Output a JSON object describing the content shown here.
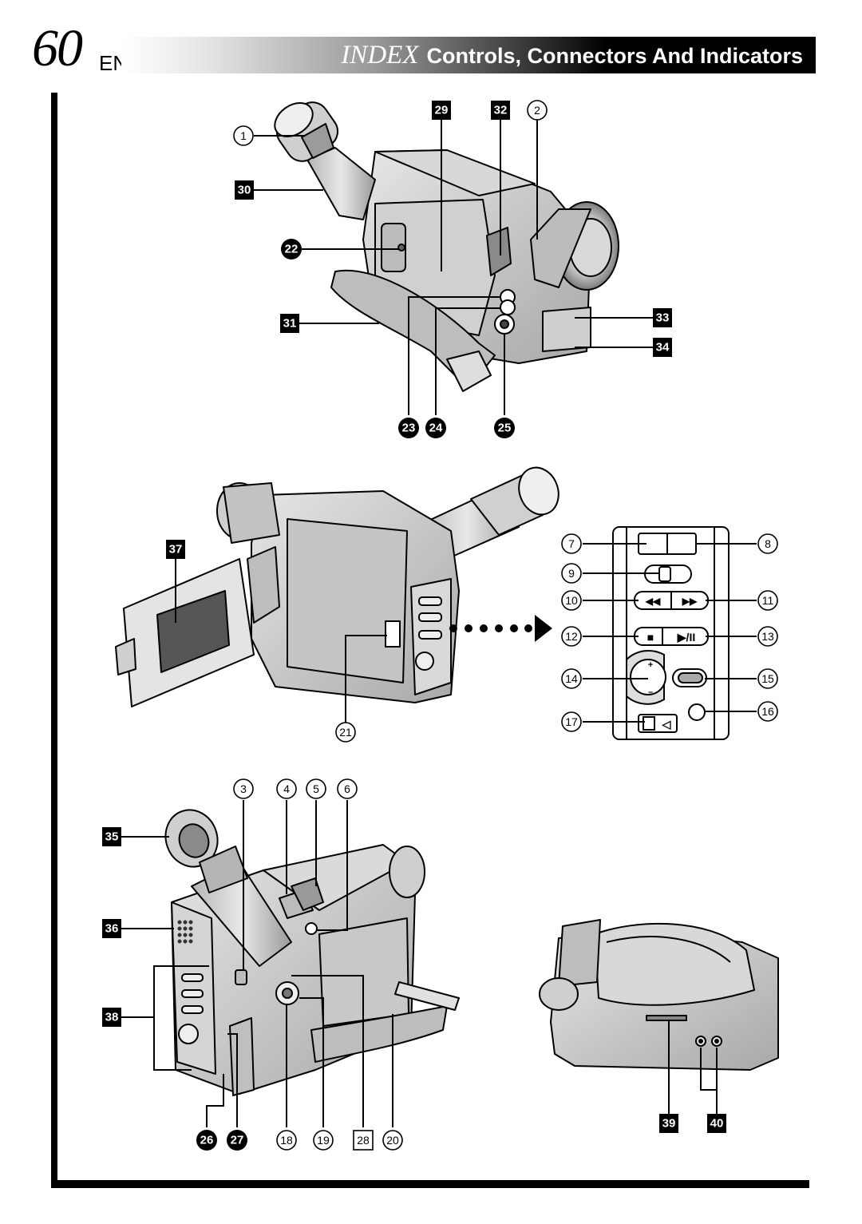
{
  "header": {
    "page_number": "60",
    "language": "EN",
    "title_index": "INDEX",
    "title_rest": "Controls, Connectors And Indicators"
  },
  "callouts": {
    "n1": "1",
    "n2": "2",
    "n3": "3",
    "n4": "4",
    "n5": "5",
    "n6": "6",
    "n7": "7",
    "n8": "8",
    "n9": "9",
    "n10": "10",
    "n11": "11",
    "n12": "12",
    "n13": "13",
    "n14": "14",
    "n15": "15",
    "n16": "16",
    "n17": "17",
    "n18": "18",
    "n19": "19",
    "n20": "20",
    "n21": "21",
    "n22": "22",
    "n23": "23",
    "n24": "24",
    "n25": "25",
    "n26": "26",
    "n27": "27",
    "n28": "28",
    "n29": "29",
    "n30": "30",
    "n31": "31",
    "n32": "32",
    "n33": "33",
    "n34": "34",
    "n35": "35",
    "n36": "36",
    "n37": "37",
    "n38": "38",
    "n39": "39",
    "n40": "40"
  },
  "button_symbols": {
    "rewind": "◀◀",
    "fast_forward": "▶▶",
    "stop": "■",
    "play_pause": "▶/II",
    "eject": "◁",
    "plus": "+",
    "minus": "–"
  },
  "colors": {
    "ink": "#000000",
    "body_gray": "#c8c8c8",
    "body_dark": "#8a8a8a",
    "body_light": "#e2e2e2",
    "screen": "#555555"
  }
}
